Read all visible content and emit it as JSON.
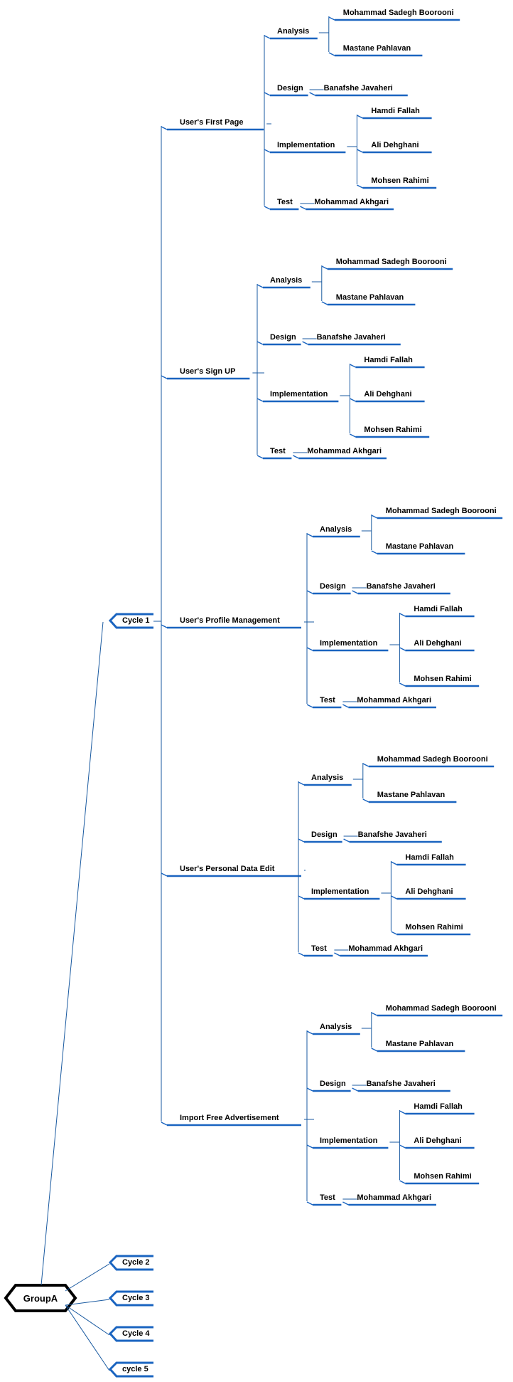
{
  "colors": {
    "branch": "#1a5aa0",
    "underline": "#1a64c0",
    "root_border": "#000000",
    "text": "#000000"
  },
  "root": {
    "label": "GroupA"
  },
  "cycles": [
    {
      "label": "Cycle 1",
      "features": [
        {
          "label": "User's First Page",
          "tasks": [
            {
              "label": "Analysis",
              "people": [
                "Mohammad Sadegh Boorooni",
                "Mastane Pahlavan"
              ]
            },
            {
              "label": "Design",
              "people": [
                "Banafshe Javaheri"
              ]
            },
            {
              "label": "Implementation",
              "people": [
                "Hamdi Fallah",
                "Ali Dehghani",
                "Mohsen Rahimi"
              ]
            },
            {
              "label": "Test",
              "people": [
                "Mohammad Akhgari"
              ]
            }
          ]
        },
        {
          "label": "User's Sign UP",
          "tasks": [
            {
              "label": "Analysis",
              "people": [
                "Mohammad Sadegh Boorooni",
                "Mastane Pahlavan"
              ]
            },
            {
              "label": "Design",
              "people": [
                "Banafshe Javaheri"
              ]
            },
            {
              "label": "Implementation",
              "people": [
                "Hamdi Fallah",
                "Ali Dehghani",
                "Mohsen Rahimi"
              ]
            },
            {
              "label": "Test",
              "people": [
                "Mohammad Akhgari"
              ]
            }
          ]
        },
        {
          "label": "User's Profile Management",
          "tasks": [
            {
              "label": "Analysis",
              "people": [
                "Mohammad Sadegh Boorooni",
                "Mastane Pahlavan"
              ]
            },
            {
              "label": "Design",
              "people": [
                "Banafshe Javaheri"
              ]
            },
            {
              "label": "Implementation",
              "people": [
                "Hamdi Fallah",
                "Ali Dehghani",
                "Mohsen Rahimi"
              ]
            },
            {
              "label": "Test",
              "people": [
                "Mohammad Akhgari"
              ]
            }
          ]
        },
        {
          "label": "User's Personal Data Edit",
          "tasks": [
            {
              "label": "Analysis",
              "people": [
                "Mohammad Sadegh Boorooni",
                "Mastane Pahlavan"
              ]
            },
            {
              "label": "Design",
              "people": [
                "Banafshe Javaheri"
              ]
            },
            {
              "label": "Implementation",
              "people": [
                "Hamdi Fallah",
                "Ali Dehghani",
                "Mohsen Rahimi"
              ]
            },
            {
              "label": "Test",
              "people": [
                "Mohammad Akhgari"
              ]
            }
          ]
        },
        {
          "label": "Import Free Advertisement",
          "tasks": [
            {
              "label": "Analysis",
              "people": [
                "Mohammad Sadegh Boorooni",
                "Mastane Pahlavan"
              ]
            },
            {
              "label": "Design",
              "people": [
                "Banafshe Javaheri"
              ]
            },
            {
              "label": "Implementation",
              "people": [
                "Hamdi Fallah",
                "Ali Dehghani",
                "Mohsen Rahimi"
              ]
            },
            {
              "label": "Test",
              "people": [
                "Mohammad Akhgari"
              ]
            }
          ]
        }
      ]
    },
    {
      "label": "Cycle 2",
      "features": []
    },
    {
      "label": "Cycle 3",
      "features": []
    },
    {
      "label": "Cycle 4",
      "features": []
    },
    {
      "label": "cycle 5",
      "features": []
    }
  ]
}
